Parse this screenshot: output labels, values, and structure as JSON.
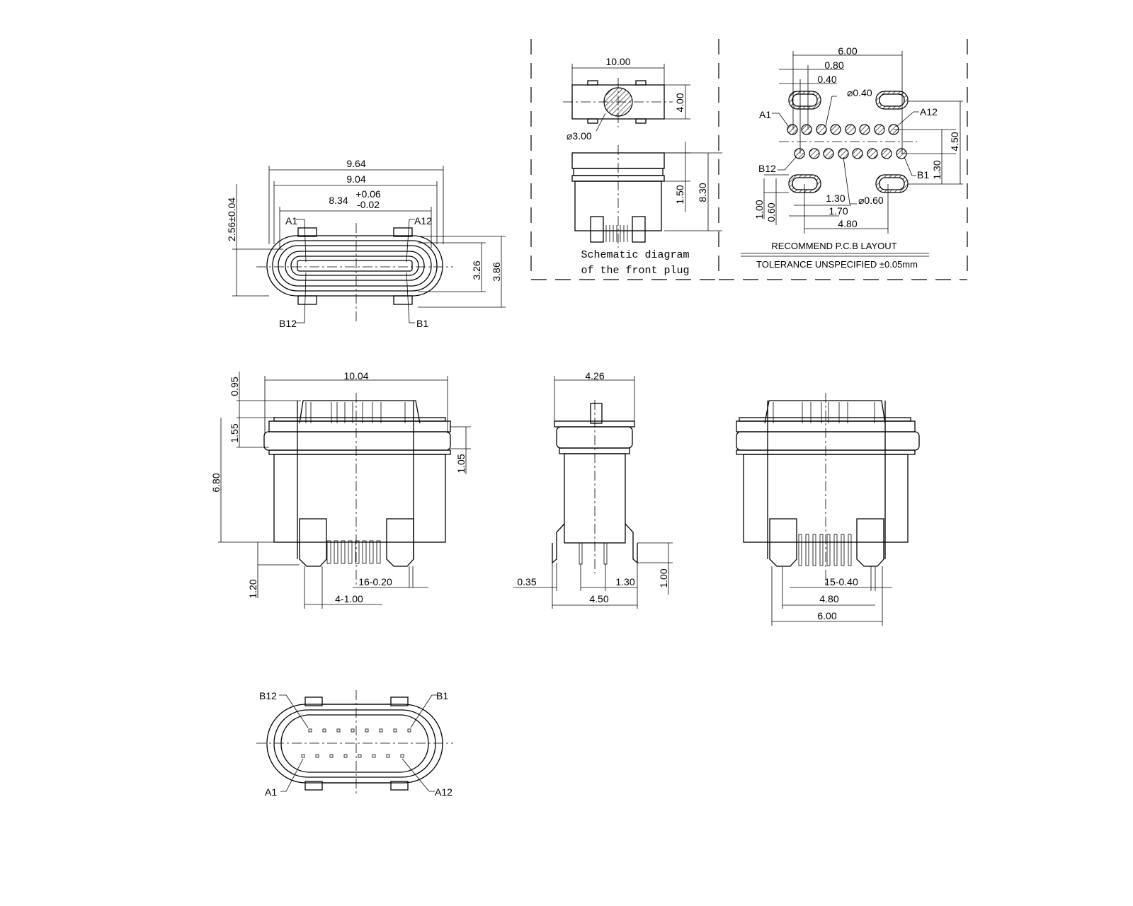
{
  "front_view": {
    "dim_width_outer": "9.64",
    "dim_width_mid": "9.04",
    "dim_width_inner": "8.34",
    "tol_plus": "+0.06",
    "tol_minus": "-0.02",
    "dim_height_left": "2.56±0.04",
    "dim_height_inner": "3.26",
    "dim_height_outer": "3.86",
    "pin_a1": "A1",
    "pin_a12": "A12",
    "pin_b12": "B12",
    "pin_b1": "B1"
  },
  "plug_schematic": {
    "dim_width": "10.00",
    "dim_height": "4.00",
    "dim_diameter": "⌀3.00",
    "dim_flange": "1.50",
    "dim_total": "8.30",
    "caption_line1": "Schematic diagram",
    "caption_line2": "of the front plug"
  },
  "pcb_layout": {
    "dim_span": "6.00",
    "dim_slot_width": "0.80",
    "dim_slot_half": "0.40",
    "dim_small_hole": "⌀0.40",
    "dim_large_hole": "⌀0.60",
    "dim_row_height": "4.50",
    "dim_row_pitch": "1.30",
    "dim_slot_len_inner": "1.30",
    "dim_slot_len_outer": "1.70",
    "dim_slot_h_outer": "1.00",
    "dim_slot_h_inner": "0.60",
    "dim_slot_span": "4.80",
    "pin_a1": "A1",
    "pin_a12": "A12",
    "pin_b12": "B12",
    "pin_b1": "B1",
    "title": "RECOMMEND P.C.B LAYOUT",
    "tolerance": "TOLERANCE UNSPECIFIED ±0.05mm"
  },
  "top_view": {
    "dim_width": "10.04",
    "dim_top": "0.95",
    "dim_flange": "1.55",
    "dim_height": "6.80",
    "dim_ring": "1.05",
    "dim_pin_len": "1.20",
    "dim_signal_pins": "16-0.20",
    "dim_shell_pins": "4-1.00"
  },
  "side_view": {
    "dim_width": "4.26",
    "dim_left": "0.35",
    "dim_pitch": "1.30",
    "dim_pin": "1.00",
    "dim_span": "4.50"
  },
  "rear_view": {
    "dim_pins": "15-0.40",
    "dim_inner": "4.80",
    "dim_outer": "6.00"
  },
  "bottom_view": {
    "pin_b12": "B12",
    "pin_b1": "B1",
    "pin_a1": "A1",
    "pin_a12": "A12"
  }
}
